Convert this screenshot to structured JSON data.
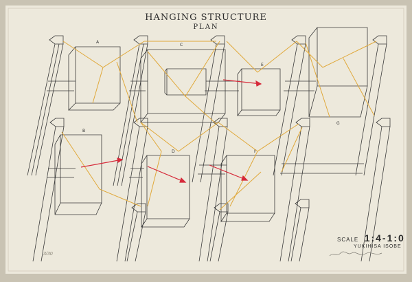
{
  "title": "HANGING STRUCTURE",
  "subtitle": "PLAN",
  "boxes": [
    {
      "id": "a",
      "label": "A"
    },
    {
      "id": "b",
      "label": "B"
    },
    {
      "id": "c",
      "label": "C"
    },
    {
      "id": "d",
      "label": "D"
    },
    {
      "id": "e",
      "label": "E"
    },
    {
      "id": "f",
      "label": "F"
    },
    {
      "id": "g",
      "label": "G"
    }
  ],
  "scale_label": "SCALE",
  "scale_value": "1:4-1:0",
  "author": "YUKIHISA ISOBE",
  "edition": "3/30",
  "signature_note": "handwritten signature",
  "colors": {
    "paper": "#ede9dc",
    "line": "#3a3a3a",
    "string": "#e0a83a",
    "arrow": "#d62a3a"
  }
}
